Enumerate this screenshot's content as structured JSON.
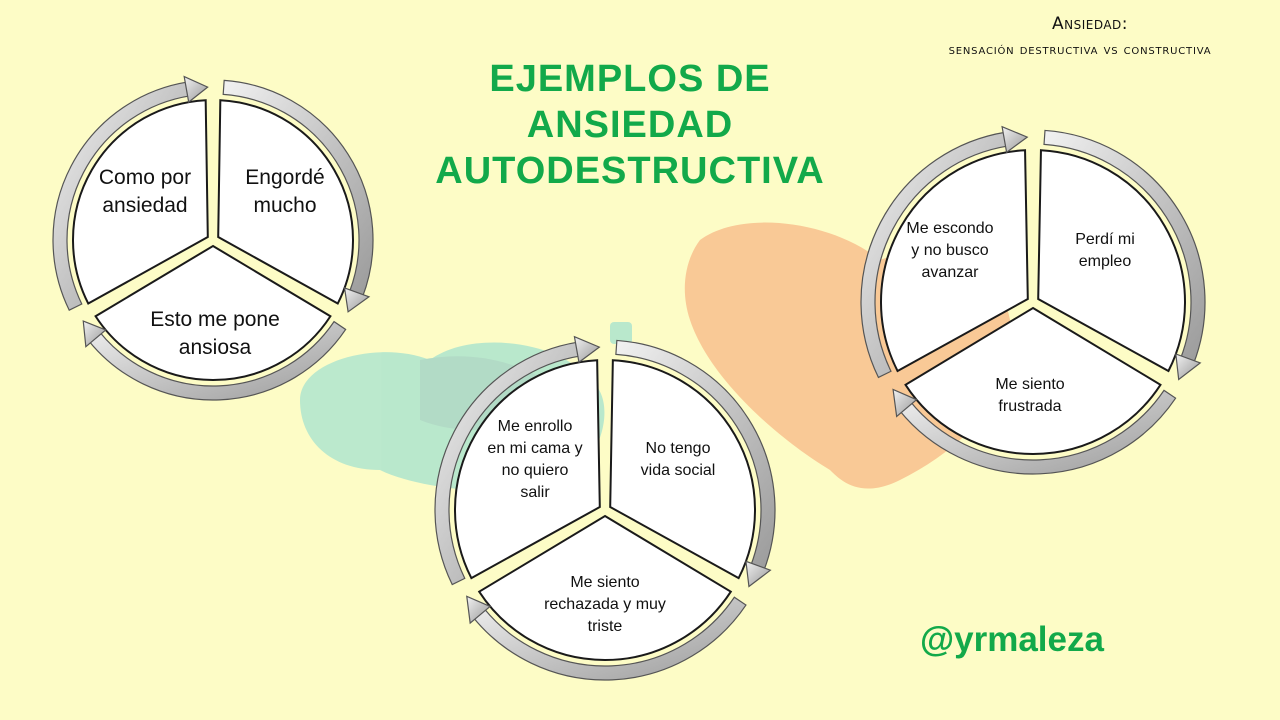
{
  "header": {
    "line1": "Ansiedad:",
    "line2": "sensación destructiva vs constructiva"
  },
  "title": {
    "line1": "EJEMPLOS DE",
    "line2": "ANSIEDAD",
    "line3": "AUTODESTRUCTIVA"
  },
  "handle": "@yrmaleza",
  "cycles": [
    {
      "segments": [
        {
          "line1": "Como por",
          "line2": "ansiedad"
        },
        {
          "line1": "Engordé",
          "line2": "mucho"
        },
        {
          "line1": "Esto me pone",
          "line2": "ansiosa"
        }
      ]
    },
    {
      "segments": [
        {
          "line1": "Me enrollo",
          "line2": "en mi cama y",
          "line3": "no quiero",
          "line4": "salir"
        },
        {
          "line1": "No tengo",
          "line2": "vida social"
        },
        {
          "line1": "Me siento",
          "line2": "rechazada y muy",
          "line3": "triste"
        }
      ]
    },
    {
      "segments": [
        {
          "line1": "Me escondo",
          "line2": "y no busco",
          "line3": "avanzar"
        },
        {
          "line1": "Perdí mi",
          "line2": "empleo"
        },
        {
          "line1": "Me siento",
          "line2": "frustrada"
        }
      ]
    }
  ],
  "colors": {
    "background": "#fdfcc6",
    "title_green": "#12a94a",
    "arrow_gray": "#c8c8c8",
    "segment_fill": "#ffffff"
  }
}
